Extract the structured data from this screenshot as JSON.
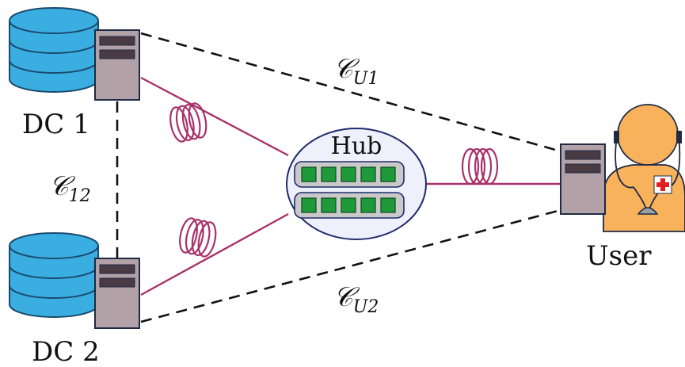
{
  "nodes": {
    "dc1": "DC 1",
    "dc2": "DC 2",
    "hub": "Hub",
    "user": "User"
  },
  "links": {
    "u1": {
      "symbol": "𝒞",
      "subscript": "U1"
    },
    "u2": {
      "symbol": "𝒞",
      "subscript": "U2"
    },
    "d12": {
      "symbol": "𝒞",
      "subscript": "12"
    }
  },
  "colors": {
    "database_fill": "#3aaee0",
    "database_stroke": "#1a4a6e",
    "server_fill": "#b3a1a8",
    "server_stroke": "#1f2a44",
    "server_slot": "#4a3a44",
    "fiber": "#a8326b",
    "hub_fill": "#eef1fb",
    "hub_stroke": "#1f2a6e",
    "module_fill": "#c9c9c9",
    "chip_fill": "#1e9a3a",
    "user_fill": "#f7b25b",
    "cross": "#e0201c"
  },
  "icons": [
    "database-icon",
    "server-icon",
    "fiber-coil-icon",
    "hub-module-icon",
    "user-doctor-icon",
    "medical-cross-icon"
  ]
}
